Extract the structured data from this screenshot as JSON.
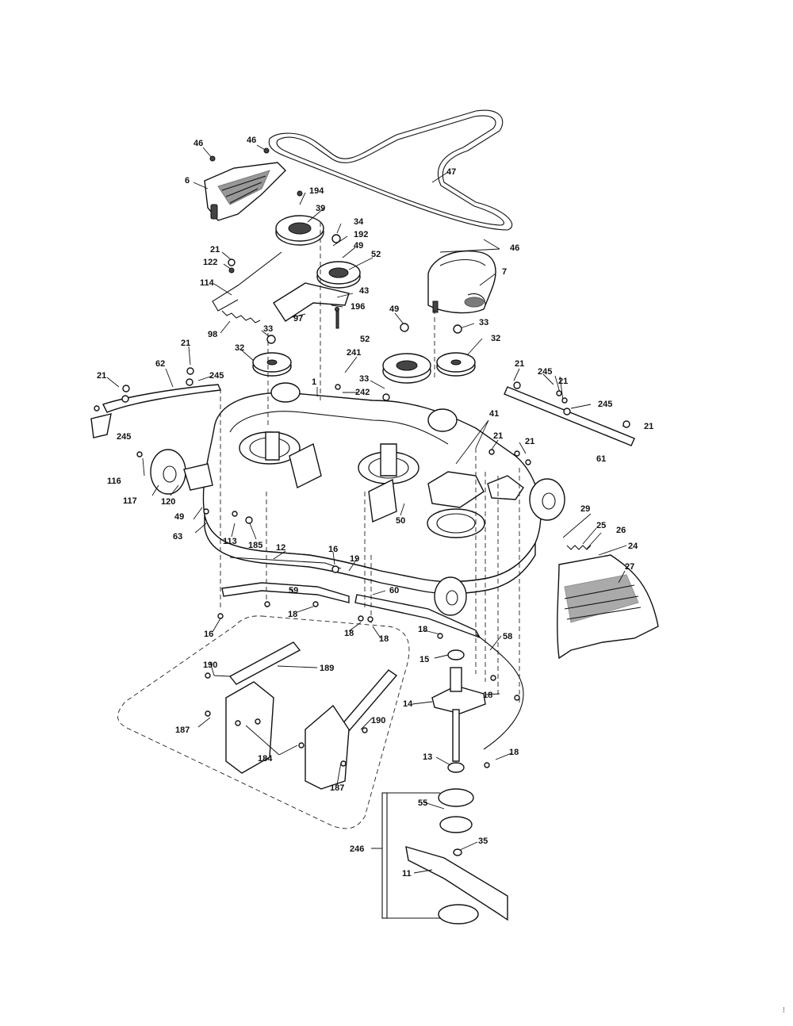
{
  "diagram": {
    "labels": {
      "l46a": "46",
      "l46b": "46",
      "l46c": "46",
      "l6": "6",
      "l194": "194",
      "l39": "39",
      "l34": "34",
      "l192": "192",
      "l49a": "49",
      "l52a": "52",
      "l47": "47",
      "l7": "7",
      "l21a": "21",
      "l122": "122",
      "l114": "114",
      "l43": "43",
      "l196": "196",
      "l97": "97",
      "l98": "98",
      "l33a": "33",
      "l32a": "32",
      "l21b": "21",
      "l245a": "245",
      "l62": "62",
      "l21c": "21",
      "l245b": "245",
      "l241": "241",
      "l33b": "33",
      "l242": "242",
      "l1": "1",
      "l49b": "49",
      "l52b": "52",
      "l33c": "33",
      "l32b": "32",
      "l21d": "21",
      "l245c": "245",
      "l21e": "21",
      "l245d": "245",
      "l21f": "21",
      "l61": "61",
      "l41": "41",
      "l21g": "21",
      "l21h": "21",
      "l116": "116",
      "l117": "117",
      "l120": "120",
      "l49c": "49",
      "l63": "63",
      "l113": "113",
      "l185": "185",
      "l12": "12",
      "l16a": "16",
      "l19": "19",
      "l50": "50",
      "l29": "29",
      "l25": "25",
      "l26": "26",
      "l24": "24",
      "l27": "27",
      "l59": "59",
      "l60": "60",
      "l16b": "16",
      "l18a": "18",
      "l18b": "18",
      "l18c": "18",
      "l18d": "18",
      "l58": "58",
      "l15": "15",
      "l190a": "190",
      "l189": "189",
      "l14": "14",
      "l18e": "18",
      "l187a": "187",
      "l190b": "190",
      "l184": "184",
      "l187b": "187",
      "l13": "13",
      "l18f": "18",
      "l55": "55",
      "l246": "246",
      "l35": "35",
      "l11": "11"
    },
    "corner_mark": "⁝"
  }
}
